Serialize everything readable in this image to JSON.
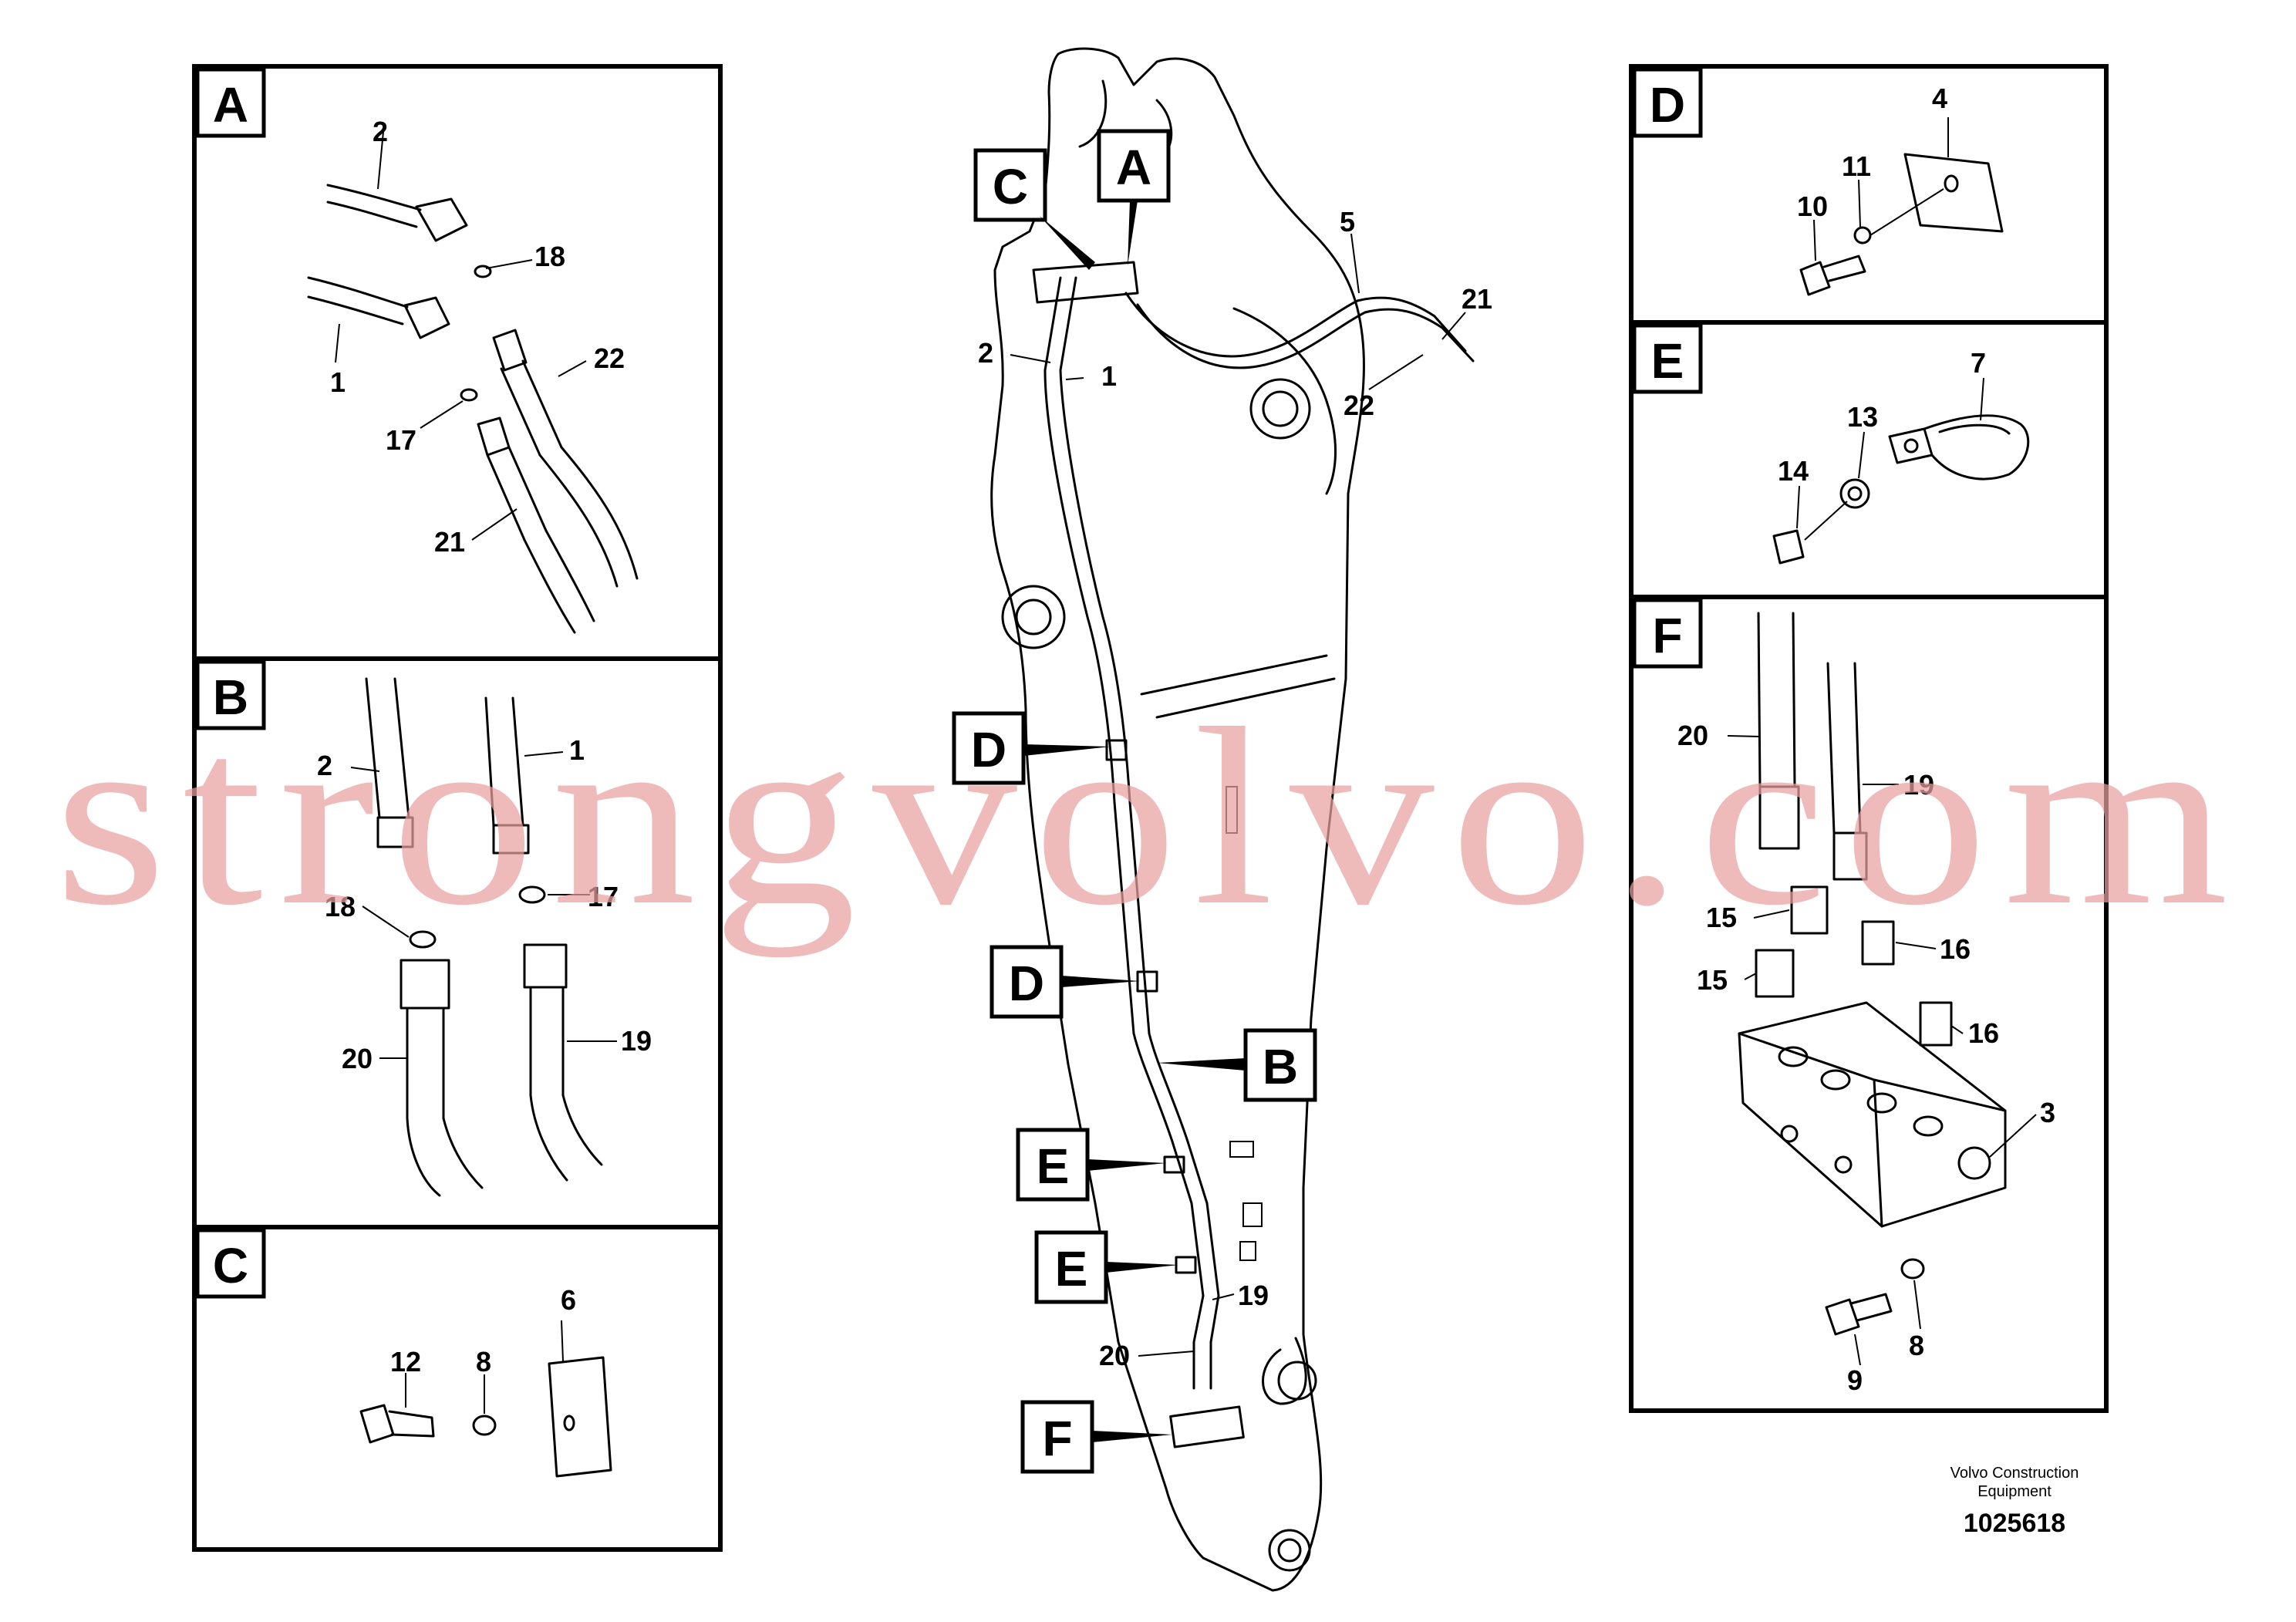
{
  "panels": {
    "A": {
      "letter": "A",
      "labels": {
        "l2": "2",
        "l18": "18",
        "l22": "22",
        "l1": "1",
        "l17": "17",
        "l21": "21"
      }
    },
    "B": {
      "letter": "B",
      "labels": {
        "l2": "2",
        "l1": "1",
        "l18": "18",
        "l17": "17",
        "l20": "20",
        "l19": "19"
      }
    },
    "C": {
      "letter": "C",
      "labels": {
        "l6": "6",
        "l12": "12",
        "l8": "8"
      }
    },
    "D": {
      "letter": "D",
      "labels": {
        "l4": "4",
        "l11": "11",
        "l10": "10"
      }
    },
    "E": {
      "letter": "E",
      "labels": {
        "l7": "7",
        "l13": "13",
        "l14": "14"
      }
    },
    "F": {
      "letter": "F",
      "labels": {
        "l20": "20",
        "l19": "19",
        "l15a": "15",
        "l16a": "16",
        "l15b": "15",
        "l16b": "16",
        "l3": "3",
        "l8": "8",
        "l9": "9"
      }
    }
  },
  "boom": {
    "callouts": {
      "A": "A",
      "C": "C",
      "D1": "D",
      "D2": "D",
      "B": "B",
      "E1": "E",
      "E2": "E",
      "F": "F"
    },
    "labels": {
      "l5": "5",
      "l21": "21",
      "l22": "22",
      "l2": "2",
      "l1": "1",
      "l19": "19",
      "l20": "20"
    }
  },
  "watermark": "strongvolvo.com",
  "credit": {
    "line1": "Volvo Construction",
    "line2": "Equipment",
    "part_number": "1025618"
  }
}
